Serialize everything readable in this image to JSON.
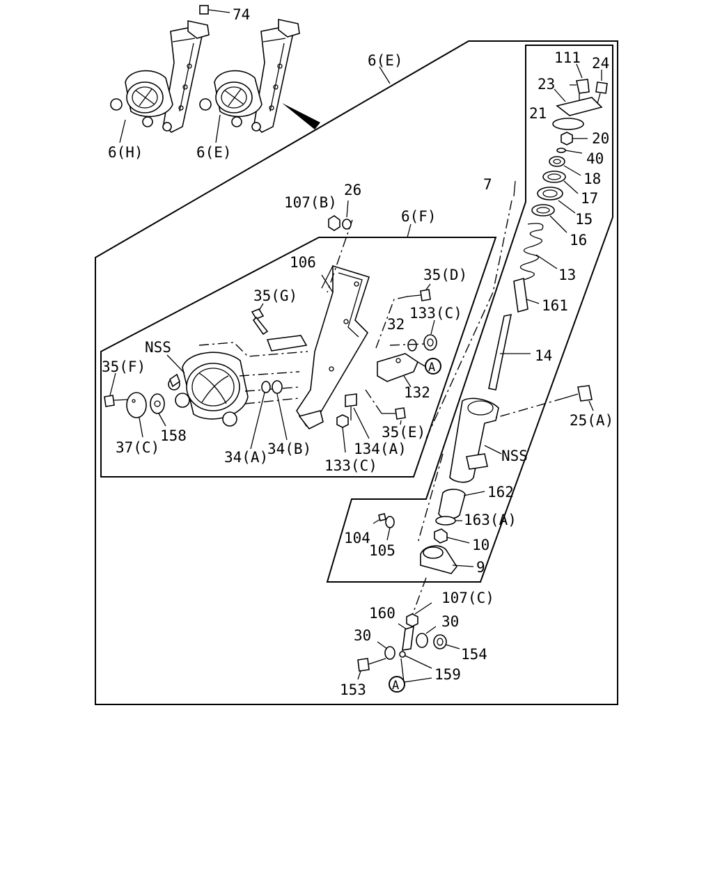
{
  "labels": {
    "l74": "74",
    "l6H": "6(H)",
    "l6E_top": "6(E)",
    "l6E_main": "6(E)",
    "l111": "111",
    "l24": "24",
    "l23": "23",
    "l21": "21",
    "l20": "20",
    "l40": "40",
    "l18": "18",
    "l7": "7",
    "l17": "17",
    "l15": "15",
    "l16": "16",
    "l13": "13",
    "l161": "161",
    "l14": "14",
    "l26": "26",
    "l107B": "107(B)",
    "l6F": "6(F)",
    "l106": "106",
    "l35D": "35(D)",
    "l35G": "35(G)",
    "l133C_top": "133(C)",
    "l32": "32",
    "lNSS_left": "NSS",
    "l35F": "35(F)",
    "l132": "132",
    "l25A": "25(A)",
    "l37C": "37(C)",
    "l158": "158",
    "l35E": "35(E)",
    "l34A": "34(A)",
    "l34B": "34(B)",
    "l134A": "134(A)",
    "l133C_bot": "133(C)",
    "lNSS_right": "NSS",
    "l162": "162",
    "l163A": "163(A)",
    "l104": "104",
    "l10": "10",
    "l105": "105",
    "l9": "9",
    "l107C": "107(C)",
    "l160": "160",
    "l30_right": "30",
    "l30_left": "30",
    "l154": "154",
    "l159": "159",
    "l153": "153",
    "markA1": "A",
    "markA2": "A"
  }
}
